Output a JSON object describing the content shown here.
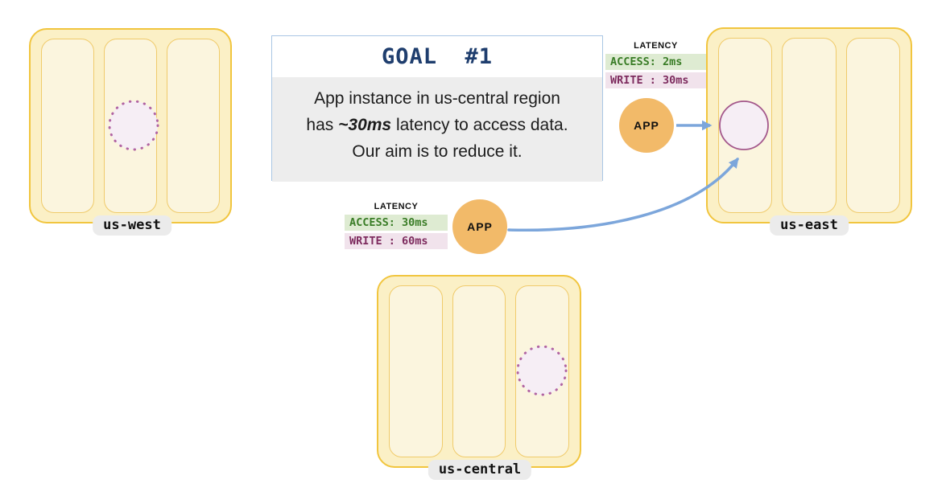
{
  "goal": {
    "title": "GOAL  #1",
    "body_line1": "App instance in us-central region",
    "body_line2_prefix": "has ",
    "body_line2_highlight": "~30ms",
    "body_line2_suffix": " latency to access data.",
    "body_line3": "Our aim is to reduce it."
  },
  "regions": {
    "us_west": {
      "label": "us-west"
    },
    "us_east": {
      "label": "us-east"
    },
    "us_central": {
      "label": "us-central"
    }
  },
  "apps": {
    "east": {
      "label": "APP"
    },
    "central": {
      "label": "APP"
    }
  },
  "latency_panels": {
    "east": {
      "title": "LATENCY",
      "access": "ACCESS: 2ms",
      "write": "WRITE : 30ms"
    },
    "central": {
      "title": "LATENCY",
      "access": "ACCESS: 30ms",
      "write": "WRITE : 60ms"
    }
  },
  "colors": {
    "region_border": "#F1C53E",
    "region_fill": "#FBF0C6",
    "column_border": "#F0CB6B",
    "column_fill": "#FBF5DE",
    "arrow": "#7CA6DB",
    "app_fill": "#F2BA69",
    "goal_title": "#1F3E6E",
    "goal_border": "#A9C6E4",
    "goal_body_bg": "#EDEDED",
    "access_text": "#3A7D27",
    "access_bg": "#DEEBD2",
    "write_text": "#7D2B5E",
    "write_bg": "#F1E3EC",
    "db_solid_border": "#A4588C",
    "db_dotted_border": "#B164A3",
    "db_fill": "#F6EEF5",
    "label_pill_bg": "#EBEBEB"
  }
}
